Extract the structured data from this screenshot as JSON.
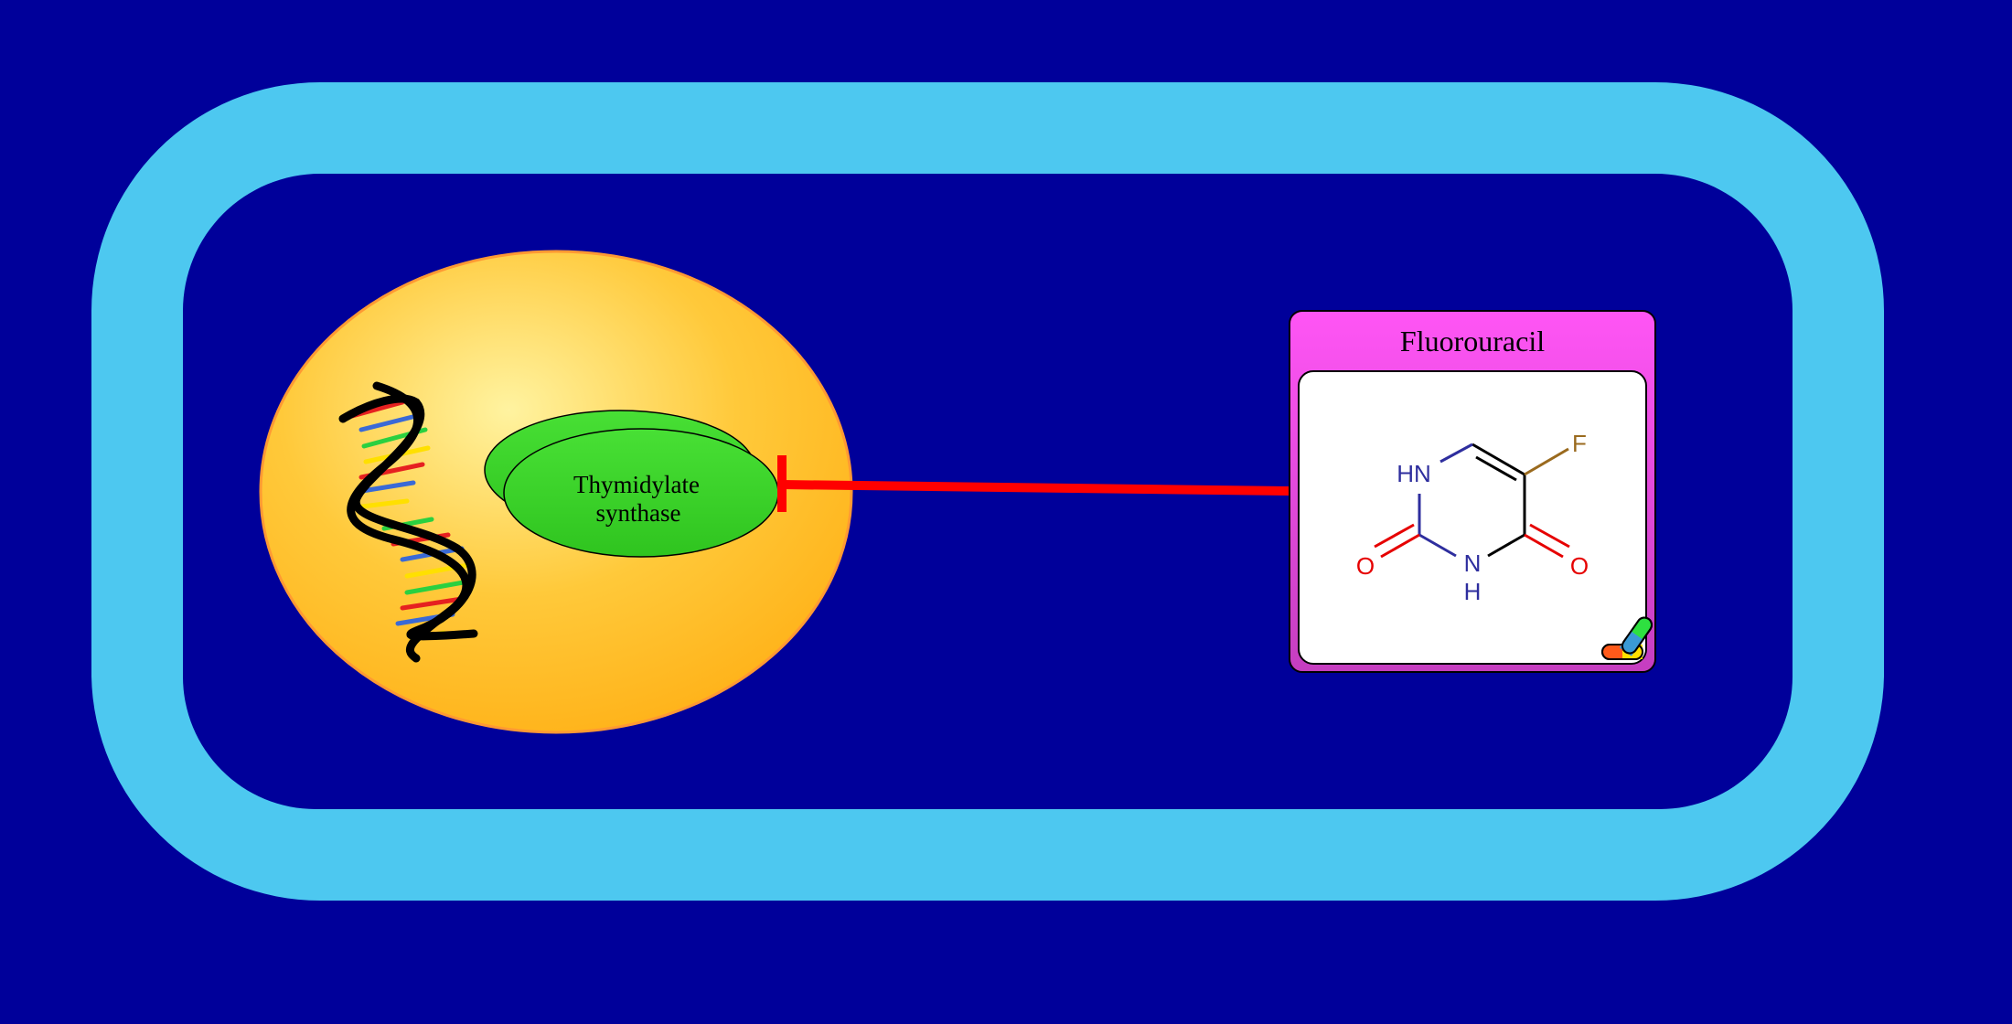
{
  "colors": {
    "background": "#00009a",
    "cell_membrane": "#4dc8f0",
    "nucleus_fill_center": "#fff3a0",
    "nucleus_fill_edge": "#ffb31a",
    "nucleus_stroke": "#ff9933",
    "enzyme_fill": "#3ed62a",
    "inhibition_line": "#ff0000",
    "drug_box_fill": "#f74ef0",
    "nitrogen": "#2e2e9e",
    "oxygen": "#e60000",
    "fluorine": "#9a6a1e"
  },
  "enzyme": {
    "label_line1": "Thymidylate",
    "label_line2": "synthase"
  },
  "drug": {
    "title": "Fluorouracil",
    "atoms": {
      "hn_top": "HN",
      "n_bottom": "N",
      "h_bottom": "H",
      "o_left": "O",
      "o_right": "O",
      "f": "F"
    }
  },
  "icons": {
    "dna": "dna-helix-icon",
    "drug": "pill-capsule-icon"
  }
}
